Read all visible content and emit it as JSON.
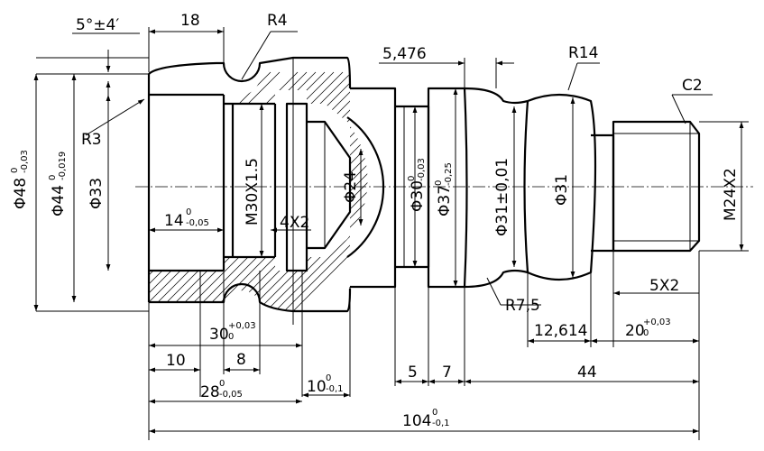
{
  "dimensions": {
    "d48": "Φ48",
    "d48_tol": "-0,03",
    "d48_up": "0",
    "d44": "Φ44",
    "d44_tol": "-0,019",
    "d44_up": "0",
    "d33": "Φ33",
    "angle": "5°±4′",
    "len18": "18",
    "r4": "R4",
    "r3": "R3",
    "len14": "14",
    "len14_tol": "-0,05",
    "len14_up": "0",
    "m30": "M30X1.5",
    "g4x2": "4X2",
    "d24": "Φ24",
    "len5476": "5,476",
    "d30": "Φ30",
    "d30_tol": "-0,03",
    "d30_up": "0",
    "d37": "Φ37",
    "d37_tol": "-0,25",
    "d37_up": "0",
    "d31a": "Φ31±0,01",
    "d31b": "Φ31",
    "r14": "R14",
    "c2": "C2",
    "m24": "M24X2",
    "r75": "R7,5",
    "g5x2": "5X2",
    "len12614": "12,614",
    "len20": "20",
    "len20_up": "+0,03",
    "len20_low": "0",
    "len30": "30",
    "len30_up": "+0,03",
    "len30_low": "0",
    "len10": "10",
    "len8": "8",
    "len28": "28",
    "len28_tol": "-0,05",
    "len28_up": "0",
    "len10b": "10",
    "len10b_tol": "-0,1",
    "len10b_up": "0",
    "len5": "5",
    "len7": "7",
    "len44": "44",
    "len104": "104",
    "len104_tol": "-0,1",
    "len104_up": "0"
  }
}
